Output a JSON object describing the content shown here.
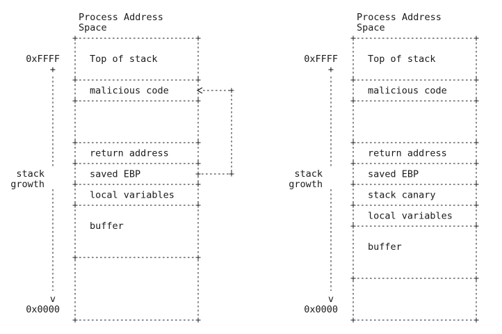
{
  "left_diagram": {
    "title": [
      "Process Address",
      "Space"
    ],
    "top_addr": "0xFFFF",
    "bottom_addr": "0x0000",
    "axis_label": [
      "stack",
      "growth"
    ],
    "arrow_head": "+",
    "arrow_tail": "v",
    "regions": [
      {
        "label": "Top of stack"
      },
      {
        "label": "malicious code"
      },
      {
        "label": ""
      },
      {
        "label": "return address"
      },
      {
        "label": "saved EBP"
      },
      {
        "label": "local variables"
      },
      {
        "label": "buffer"
      },
      {
        "label": ""
      }
    ]
  },
  "right_diagram": {
    "title": [
      "Process Address",
      "Space"
    ],
    "top_addr": "0xFFFF",
    "bottom_addr": "0x0000",
    "axis_label": [
      "stack",
      "growth"
    ],
    "arrow_head": "+",
    "arrow_tail": "v",
    "regions": [
      {
        "label": "Top of stack"
      },
      {
        "label": "malicious code"
      },
      {
        "label": ""
      },
      {
        "label": "return address"
      },
      {
        "label": "saved EBP"
      },
      {
        "label": "stack canary"
      },
      {
        "label": "local variables"
      },
      {
        "label": "buffer"
      },
      {
        "label": ""
      }
    ]
  }
}
